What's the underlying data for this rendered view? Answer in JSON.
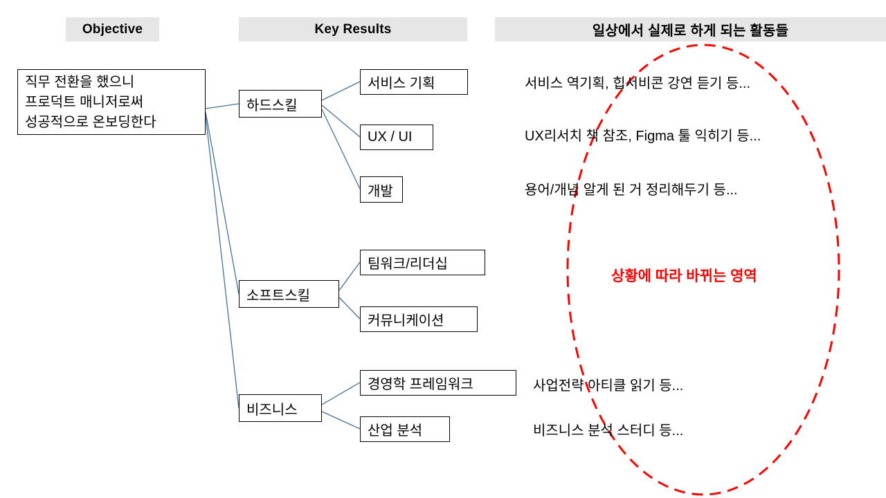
{
  "headers": {
    "objective": "Objective",
    "key_results": "Key Results",
    "activities": "일상에서 실제로 하게 되는 활동들"
  },
  "objective": {
    "lines": [
      "직무 전환을 했으니",
      "프로덕트 매니저로써",
      "성공적으로 온보딩한다"
    ]
  },
  "key_results": [
    {
      "category": "하드스킬",
      "items": [
        "서비스 기획",
        "UX / UI",
        "개발"
      ]
    },
    {
      "category": "소프트스킬",
      "items": [
        "팀워크/리더십",
        "커뮤니케이션"
      ]
    },
    {
      "category": "비즈니스",
      "items": [
        "경영학 프레임워크",
        "산업 분석"
      ]
    }
  ],
  "activities": [
    "서비스 역기획, 힙서비콘 강연 듣기 등...",
    "UX리서치 책 참조, Figma 툴 익히기 등...",
    "용어/개념 알게 된 거 정리해두기 등...",
    "사업전략 아티클 읽기 등...",
    "비즈니스 분석 스터디 등..."
  ],
  "annotation": {
    "label": "상황에 따라 바뀌는 영역",
    "color": "#ff0000"
  },
  "colors": {
    "connector": "#41719c",
    "header_bg": "#e6e6e6",
    "box_border": "#000000",
    "annotation_red": "#ff0000"
  }
}
